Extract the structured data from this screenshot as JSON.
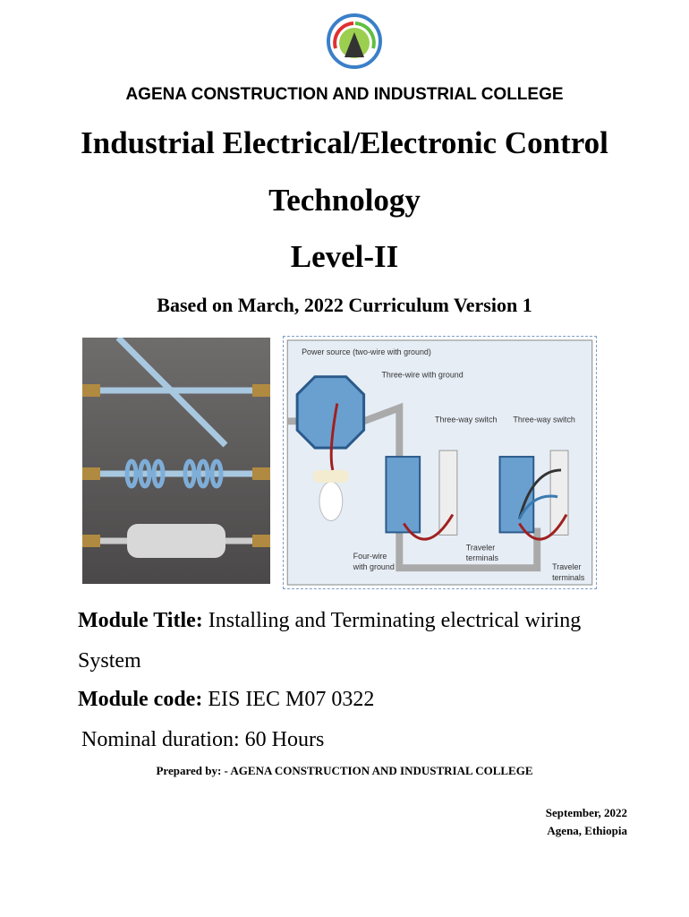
{
  "logo": {
    "alt": "Agena College seal"
  },
  "header": {
    "college": "AGENA CONSTRUCTION AND INDUSTRIAL COLLEGE"
  },
  "title": {
    "line1": "Industrial Electrical/Electronic Control",
    "line2": "Technology",
    "line3": "Level-II"
  },
  "basis": "Based on March, 2022 Curriculum Version 1",
  "diagram": {
    "power_source": "Power source (two-wire with ground)",
    "three_wire": "Three-wire with ground",
    "switch1": "Three-way switch",
    "switch2": "Three-way switch",
    "four_wire_1": "Four-wire",
    "four_wire_2": "with ground",
    "traveler1_1": "Traveler",
    "traveler1_2": "terminals",
    "traveler2_1": "Traveler",
    "traveler2_2": "terminals"
  },
  "module": {
    "title_label": "Module Title:",
    "title_value": " Installing and Terminating electrical wiring",
    "title_cont": "System",
    "code_label": "Module code:",
    "code_value": " EIS IEC M07 0322",
    "duration": "Nominal duration: 60 Hours"
  },
  "prepared": "Prepared by: - AGENA CONSTRUCTION AND INDUSTRIAL COLLEGE",
  "footer": {
    "date": "September, 2022",
    "place": "Agena, Ethiopia"
  }
}
